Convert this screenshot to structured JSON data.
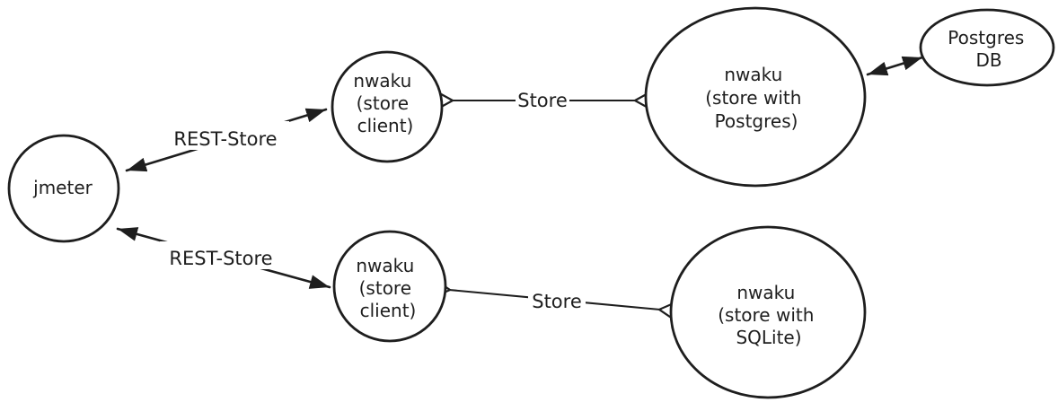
{
  "diagram": {
    "background_color": "#ffffff",
    "stroke_color": "#1e1e1e",
    "style": "hand-drawn sketch (excalidraw-like)",
    "nodes": [
      {
        "id": "jmeter",
        "shape": "circle",
        "label_lines": [
          "jmeter"
        ]
      },
      {
        "id": "nwaku-store-client-top",
        "shape": "circle",
        "label_lines": [
          "nwaku",
          "(store",
          "client)"
        ]
      },
      {
        "id": "nwaku-store-postgres",
        "shape": "circle",
        "label_lines": [
          "nwaku",
          "(store with",
          "Postgres)"
        ]
      },
      {
        "id": "postgres-db",
        "shape": "ellipse",
        "label_lines": [
          "Postgres",
          "DB"
        ]
      },
      {
        "id": "nwaku-store-client-bottom",
        "shape": "circle",
        "label_lines": [
          "nwaku",
          "(store",
          "client)"
        ]
      },
      {
        "id": "nwaku-store-sqlite",
        "shape": "circle",
        "label_lines": [
          "nwaku",
          "(store with",
          "SQLite)"
        ]
      }
    ],
    "edges": [
      {
        "id": "rest-store-top",
        "from": "jmeter",
        "to": "nwaku-store-client-top",
        "label": "REST-Store",
        "arrow_style": "double-headed filled"
      },
      {
        "id": "store-top",
        "from": "nwaku-store-client-top",
        "to": "nwaku-store-postgres",
        "label": "Store",
        "arrow_style": "double-headed open chevron"
      },
      {
        "id": "postgres-db-link",
        "from": "nwaku-store-postgres",
        "to": "postgres-db",
        "label": "",
        "arrow_style": "double-headed filled"
      },
      {
        "id": "rest-store-bottom",
        "from": "jmeter",
        "to": "nwaku-store-client-bottom",
        "label": "REST-Store",
        "arrow_style": "double-headed filled"
      },
      {
        "id": "store-bottom",
        "from": "nwaku-store-client-bottom",
        "to": "nwaku-store-sqlite",
        "label": "Store",
        "arrow_style": "double-headed open chevron"
      }
    ]
  }
}
